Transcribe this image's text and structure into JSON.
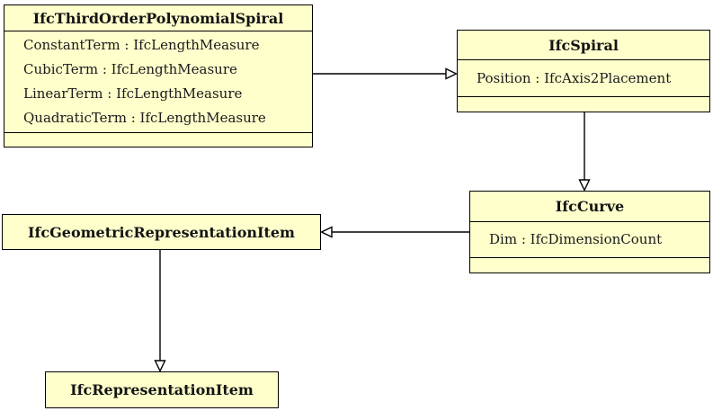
{
  "diagram": {
    "kind": "uml-class-diagram",
    "colors": {
      "class_fill": "#FFFFCC",
      "border": "#000000",
      "background": "#FFFFFF",
      "text": "#141414"
    },
    "classes": [
      {
        "title": "IfcThirdOrderPolynomialSpiral",
        "attributes": [
          "ConstantTerm : IfcLengthMeasure",
          "CubicTerm : IfcLengthMeasure",
          "LinearTerm : IfcLengthMeasure",
          "QuadraticTerm : IfcLengthMeasure"
        ]
      },
      {
        "title": "IfcSpiral",
        "attributes": [
          "Position : IfcAxis2Placement"
        ]
      },
      {
        "title": "IfcCurve",
        "attributes": [
          "Dim : IfcDimensionCount"
        ]
      },
      {
        "title": "IfcGeometricRepresentationItem",
        "attributes": []
      },
      {
        "title": "IfcRepresentationItem",
        "attributes": []
      }
    ],
    "relations": [
      {
        "from": "IfcThirdOrderPolynomialSpiral",
        "to": "IfcSpiral",
        "type": "generalization",
        "direction": "right"
      },
      {
        "from": "IfcSpiral",
        "to": "IfcCurve",
        "type": "generalization",
        "direction": "down"
      },
      {
        "from": "IfcCurve",
        "to": "IfcGeometricRepresentationItem",
        "type": "generalization",
        "direction": "left"
      },
      {
        "from": "IfcGeometricRepresentationItem",
        "to": "IfcRepresentationItem",
        "type": "generalization",
        "direction": "down"
      }
    ]
  }
}
